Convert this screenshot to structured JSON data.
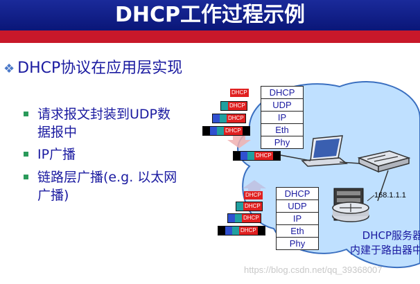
{
  "slide": {
    "title": "DHCP工作过程示例",
    "bullet": "DHCP协议在应用层实现",
    "subbullets": [
      "请求报文封装到UDP数据报中",
      "IP广播",
      "链路层广播(e.g. 以太网广播)"
    ]
  },
  "stack_top": [
    "DHCP",
    "UDP",
    "IP",
    "Eth",
    "Phy"
  ],
  "stack_bottom": [
    "DHCP",
    "UDP",
    "IP",
    "Eth",
    "Phy"
  ],
  "packet_label": "DHCP",
  "router_ip": "168.1.1.1",
  "server_label": [
    "DHCP服务器",
    "内建于路由器中"
  ],
  "watermark": "https://blog.csdn.net/qq_39368007",
  "colors": {
    "title_bg": "#0a1678",
    "accent_red": "#c8182a",
    "text_blue": "#1a1aa0",
    "cloud": "#bfe0ff"
  }
}
